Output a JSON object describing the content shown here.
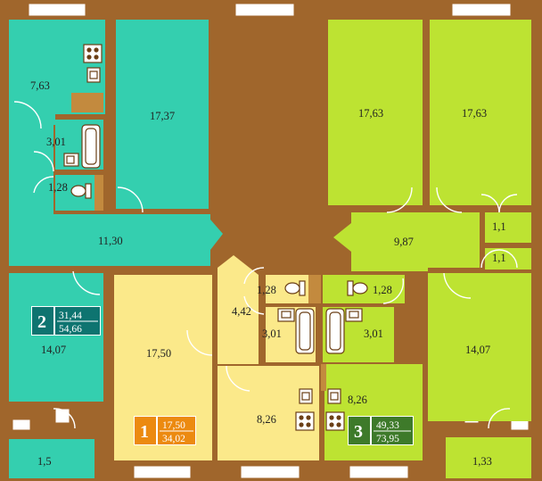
{
  "colors": {
    "wall": "#a0662c",
    "apt2": "#34cfaf",
    "apt1": "#fbe98a",
    "apt3": "#bde332",
    "badge2": "#0e7470",
    "badge1": "#ec8a10",
    "badge3": "#3e7a2a",
    "fixture": "#c38a3e"
  },
  "rooms": {
    "r1": "7,63",
    "r2": "17,37",
    "r3": "3,01",
    "r4": "1,28",
    "r5": "11,30",
    "r6": "14,07",
    "r7": "1,5",
    "r8": "17,50",
    "r9": "4,42",
    "r10": "1,28",
    "r11": "3,01",
    "r12": "8,26",
    "r13": "17,63",
    "r14": "17,63",
    "r15": "9,87",
    "r16": "1,1",
    "r17": "1,1",
    "r18": "1,28",
    "r19": "3,01",
    "r20": "8,26",
    "r21": "14,07",
    "r22": "1,33"
  },
  "badges": {
    "apt2": {
      "number": "2",
      "living": "31,44",
      "total": "54,66"
    },
    "apt1": {
      "number": "1",
      "living": "17,50",
      "total": "34,02"
    },
    "apt3": {
      "number": "3",
      "living": "49,33",
      "total": "73,95"
    }
  }
}
